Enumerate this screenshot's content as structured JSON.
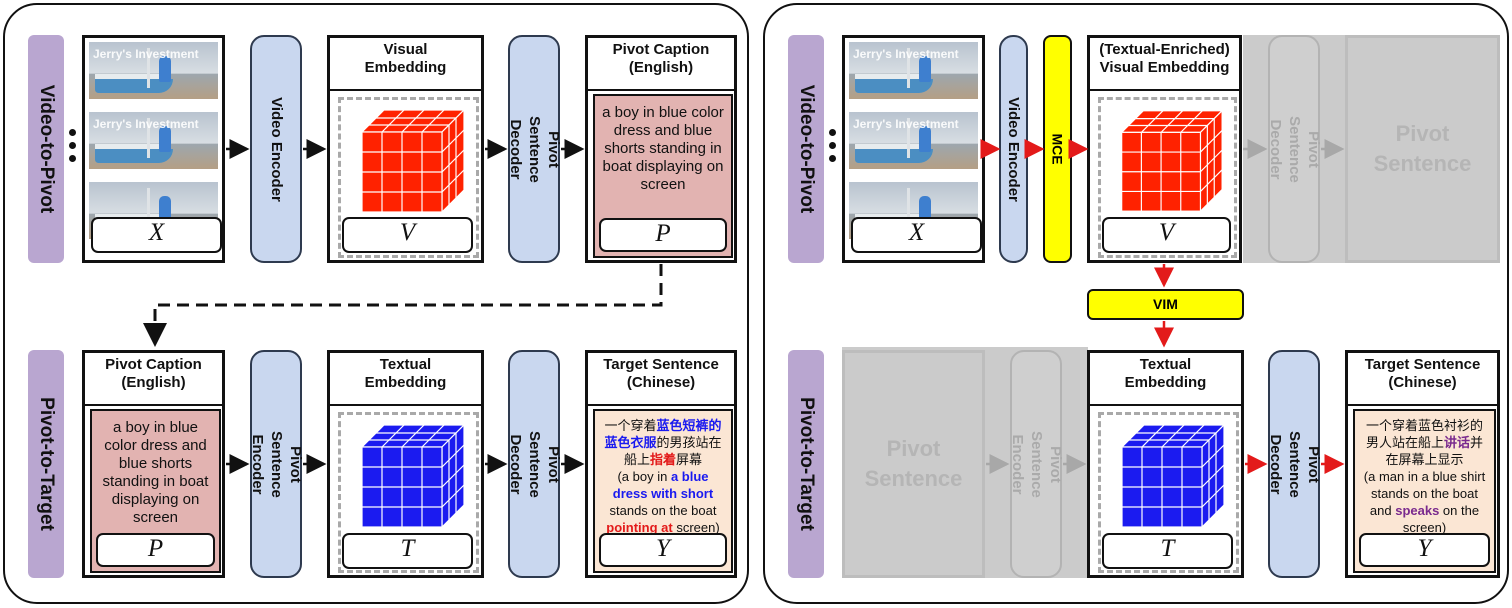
{
  "left_panel": {
    "rows": {
      "top": "Video-to-Pivot",
      "bottom": "Pivot-to-Target"
    },
    "video_encoder": "Video  Encoder",
    "pivot_sentence_decoder": "Pivot  Sentence\nDecoder",
    "pivot_sentence_encoder": "Pivot  Sentence\nEncoder",
    "visual_embedding_title": "Visual\nEmbedding",
    "pivot_caption_title": "Pivot Caption\n(English)",
    "pivot_caption_text": "a boy in blue color dress and blue shorts standing in boat displaying on screen",
    "textual_embedding_title": "Textual\nEmbedding",
    "target_sentence_title": "Target Sentence\n(Chinese)",
    "target_zh": {
      "p1": "一个穿着",
      "b1": "蓝色短裤的",
      "b2": "蓝色衣服",
      "p2": "的男孩站在",
      "p3": "船上",
      "r1": "指着",
      "p4": "屏幕"
    },
    "target_en": {
      "p1": "(a boy in ",
      "b1": "a blue",
      "b2": "dress with short",
      "p2": "stands on the boat",
      "r1": "pointing at",
      "p3": " screen)"
    }
  },
  "right_panel": {
    "mce": "MCE",
    "vim": "VIM",
    "enriched_title": "(Textual-Enriched)\nVisual Embedding",
    "pivot_sentence": "Pivot\nSentence",
    "target_zh": {
      "p1": "一个穿着蓝色衬衫的",
      "p2": "男人站在船上",
      "k1": "讲话",
      "p3": "并",
      "p4": "在屏幕上显示"
    },
    "target_en": {
      "p1": "(a man in a blue shirt",
      "p2": "stands on the boat",
      "p3": "and ",
      "k1": "speaks",
      "p4": " on the",
      "p5": "screen)"
    }
  },
  "symbols": {
    "x": "X",
    "v": "V",
    "p": "P",
    "t": "T",
    "y": "Y"
  },
  "watermark": "Jerry's Investment",
  "colors": {
    "stage": "#b9a6d0",
    "module": "#c9d7ef",
    "visual_cube": "#ff2200",
    "textual_cube": "#1b1bf0",
    "highlight": "#ffff00",
    "pink": "#e2b3b1",
    "peach": "#fbe6d4",
    "arrow_red": "#e31a1a"
  }
}
